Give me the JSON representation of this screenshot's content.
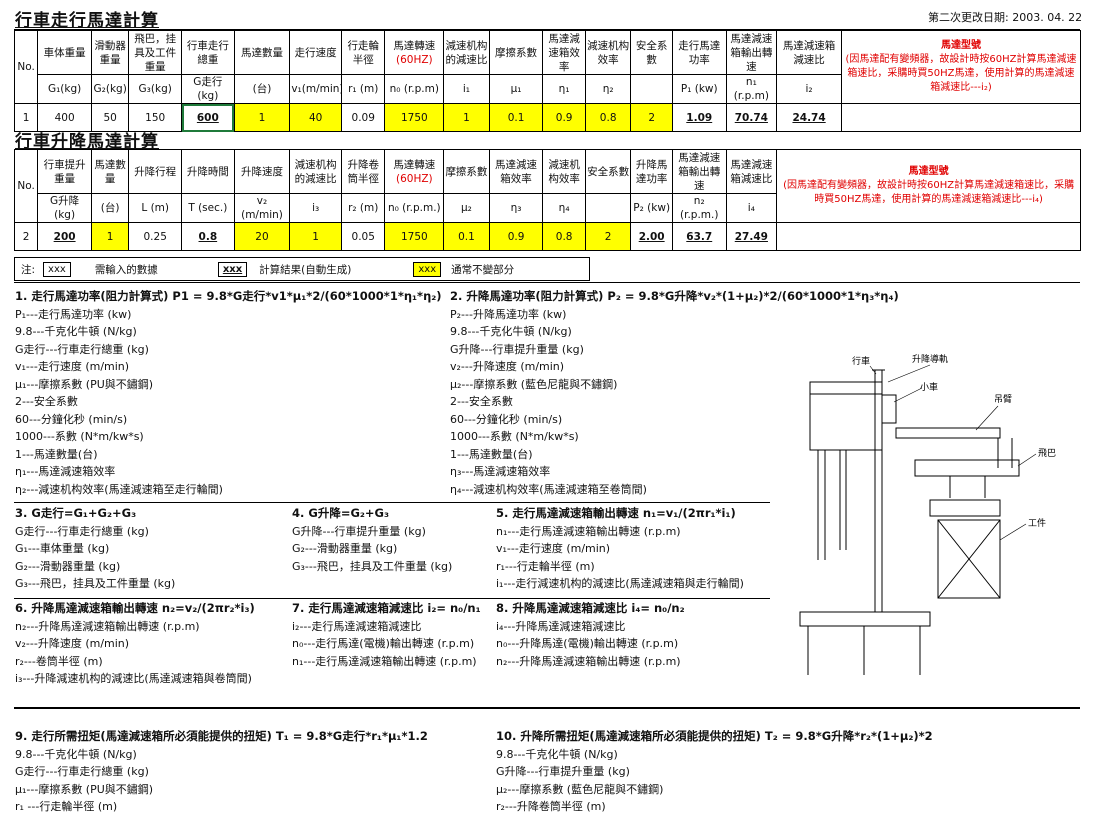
{
  "title1": "行車走行馬達計算",
  "title2": "行車升降馬達計算",
  "change_date": "第二次更改日期: 2003. 04. 22",
  "t1": {
    "h1": [
      "No.",
      "車体重量",
      "滑動器重量",
      "飛巴，挂具及工件重量",
      "行車走行總重",
      "馬達數量",
      "走行速度",
      "行走輪半徑",
      "馬達轉速",
      "減速机构的減速比",
      "摩擦系數",
      "馬達減速箱效率",
      "減速机构效率",
      "安全系數",
      "走行馬達功率",
      "馬達減速箱輸出轉速",
      "馬達減速箱減速比"
    ],
    "conv": "(60HZ)",
    "units": [
      "",
      "G₁(kg)",
      "G₂(kg)",
      "G₃(kg)",
      "G走行(kg)",
      "(台)",
      "v₁(m/min)",
      "r₁ (m)",
      "n₀ (r.p.m)",
      "i₁",
      "μ₁",
      "η₁",
      "η₂",
      "",
      "P₁ (kw)",
      "n₁ (r.p.m)",
      "i₂"
    ],
    "row": [
      "1",
      "400",
      "50",
      "150",
      "600",
      "1",
      "40",
      "0.09",
      "1750",
      "1",
      "0.1",
      "0.9",
      "0.8",
      "2",
      "1.09",
      "70.74",
      "24.74"
    ],
    "note_title": "馬達型號",
    "note_body": "(因馬達配有變頻器，故設計時按60HZ計算馬達減速箱速比，采購時買50HZ馬達，使用計算的馬達減速箱減速比---i₂)"
  },
  "t2": {
    "h1": [
      "No.",
      "行車提升重量",
      "馬達數量",
      "升降行程",
      "升降時間",
      "升降速度",
      "減速机构的減速比",
      "升降卷筒半徑",
      "馬達轉速",
      "摩擦系數",
      "馬達減速箱效率",
      "減速机构效率",
      "安全系數",
      "升降馬達功率",
      "馬達減速箱輸出轉速",
      "馬達減速箱減速比"
    ],
    "conv": "(60HZ)",
    "units": [
      "",
      "G升降 (kg)",
      "(台)",
      "L (m)",
      "T (sec.)",
      "v₂ (m/min)",
      "i₃",
      "r₂ (m)",
      "n₀ (r.p.m.)",
      "μ₂",
      "η₃",
      "η₄",
      "",
      "P₂ (kw)",
      "n₂ (r.p.m.)",
      "i₄"
    ],
    "row": [
      "2",
      "200",
      "1",
      "0.25",
      "0.8",
      "20",
      "1",
      "0.05",
      "1750",
      "0.1",
      "0.9",
      "0.8",
      "2",
      "2.00",
      "63.7",
      "27.49"
    ],
    "note_title": "馬達型號",
    "note_body": "(因馬達配有變頻器，故設計時按60HZ計算馬達減速箱速比，采購時買50HZ馬達，使用計算的馬達減速箱減速比---i₄)"
  },
  "legend": {
    "note": "注:",
    "input_sample": "xxx",
    "input_label": "需輸入的數據",
    "calc_sample": "xxx",
    "calc_label": "計算結果(自動生成)",
    "const_sample": "xxx",
    "const_label": "通常不變部分"
  },
  "s1": {
    "title": "1. 走行馬達功率(阻力計算式) P1 = 9.8*G走行*v1*μ₁*2/(60*1000*1*η₁*η₂)",
    "lines": [
      "P₁---走行馬達功率 (kw)",
      "9.8---千克化牛頓 (N/kg)",
      "G走行---行車走行總重 (kg)",
      "v₁---走行速度 (m/min)",
      "μ₁---摩擦系數 (PU與不鏽鋼)",
      "2---安全系數",
      "60---分鐘化秒 (min/s)",
      "1000---系數 (N*m/kw*s)",
      "1---馬達數量(台)",
      "η₁---馬達減速箱效率",
      "η₂---減速机构效率(馬達減速箱至走行輪間)"
    ]
  },
  "s2": {
    "title": "2. 升降馬達功率(阻力計算式) P₂ = 9.8*G升降*v₂*(1+μ₂)*2/(60*1000*1*η₃*η₄)",
    "lines": [
      "P₂---升降馬達功率 (kw)",
      "9.8---千克化牛頓 (N/kg)",
      "G升降---行車提升重量 (kg)",
      "v₂---升降速度 (m/min)",
      "μ₂---摩擦系數 (藍色尼龍與不鏽鋼)",
      "2---安全系數",
      "60---分鐘化秒 (min/s)",
      "1000---系數 (N*m/kw*s)",
      "1---馬達數量(台)",
      "η₃---馬達減速箱效率",
      "η₄---減速机构效率(馬達減速箱至卷筒間)"
    ]
  },
  "s3": {
    "title": "3. G走行=G₁+G₂+G₃",
    "lines": [
      "G走行---行車走行總重 (kg)",
      "G₁---車体重量 (kg)",
      "G₂---滑動器重量 (kg)",
      "G₃---飛巴，挂具及工件重量 (kg)"
    ]
  },
  "s4": {
    "title": "4. G升降=G₂+G₃",
    "lines": [
      "G升降---行車提升重量 (kg)",
      "G₂---滑動器重量 (kg)",
      "G₃---飛巴，挂具及工件重量 (kg)"
    ]
  },
  "s5": {
    "title": "5. 走行馬達減速箱輸出轉速 n₁=v₁/(2πr₁*i₁)",
    "lines": [
      "n₁---走行馬達減速箱輸出轉速 (r.p.m)",
      "v₁---走行速度 (m/min)",
      "r₁---行走輪半徑 (m)",
      "i₁---走行減速机构的減速比(馬達減速箱與走行輪間)"
    ]
  },
  "s6": {
    "title": "6. 升降馬達減速箱輸出轉速 n₂=v₂/(2πr₂*i₃)",
    "lines": [
      "n₂---升降馬達減速箱輸出轉速 (r.p.m)",
      "v₂---升降速度 (m/min)",
      "r₂---卷筒半徑 (m)",
      "i₃---升降減速机构的減速比(馬達減速箱與卷筒間)"
    ]
  },
  "s7": {
    "title": "7. 走行馬達減速箱減速比 i₂= n₀/n₁",
    "lines": [
      "i₂---走行馬達減速箱減速比",
      "n₀---走行馬達(電機)輸出轉速 (r.p.m)",
      "n₁---走行馬達減速箱輸出轉速 (r.p.m)"
    ]
  },
  "s8": {
    "title": "8. 升降馬達減速箱減速比 i₄= n₀/n₂",
    "lines": [
      "i₄---升降馬達減速箱減速比",
      "n₀---升降馬達(電機)輸出轉速 (r.p.m)",
      "n₂---升降馬達減速箱輸出轉速 (r.p.m)"
    ]
  },
  "s9": {
    "title": "9. 走行所需扭矩(馬達減速箱所必須能提供的扭矩) T₁ = 9.8*G走行*r₁*μ₁*1.2",
    "lines": [
      "9.8---千克化牛頓 (N/kg)",
      "G走行---行車走行總重 (kg)",
      "μ₁---摩擦系數 (PU與不鏽鋼)",
      "r₁ ---行走輪半徑 (m)"
    ]
  },
  "s10": {
    "title": "10. 升降所需扭矩(馬達減速箱所必須能提供的扭矩) T₂ = 9.8*G升降*r₂*(1+μ₂)*2",
    "lines": [
      "9.8---千克化牛頓 (N/kg)",
      "G升降---行車提升重量 (kg)",
      "μ₂---摩擦系數 (藍色尼龍與不鏽鋼)",
      "r₂---升降卷筒半徑 (m)"
    ]
  },
  "drawing": {
    "labels": [
      "行車",
      "升降導軌",
      "小車",
      "吊臂",
      "飛巴",
      "工件"
    ]
  }
}
